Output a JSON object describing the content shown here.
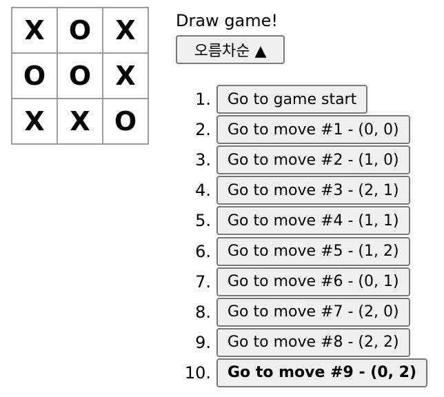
{
  "board": [
    "X",
    "O",
    "X",
    "O",
    "O",
    "X",
    "X",
    "X",
    "O"
  ],
  "status": "Draw game!",
  "sort_button": "오름차순 ▲",
  "moves": [
    {
      "num": "1.",
      "label": "Go to game start"
    },
    {
      "num": "2.",
      "label": "Go to move #1 - (0, 0)"
    },
    {
      "num": "3.",
      "label": "Go to move #2 - (1, 0)"
    },
    {
      "num": "4.",
      "label": "Go to move #3 - (2, 1)"
    },
    {
      "num": "5.",
      "label": "Go to move #4 - (1, 1)"
    },
    {
      "num": "6.",
      "label": "Go to move #5 - (1, 2)"
    },
    {
      "num": "7.",
      "label": "Go to move #6 - (0, 1)"
    },
    {
      "num": "8.",
      "label": "Go to move #7 - (2, 0)"
    },
    {
      "num": "9.",
      "label": "Go to move #8 - (2, 2)"
    },
    {
      "num": "10.",
      "label": "Go to move #9 - (0, 2)",
      "current": true
    }
  ]
}
